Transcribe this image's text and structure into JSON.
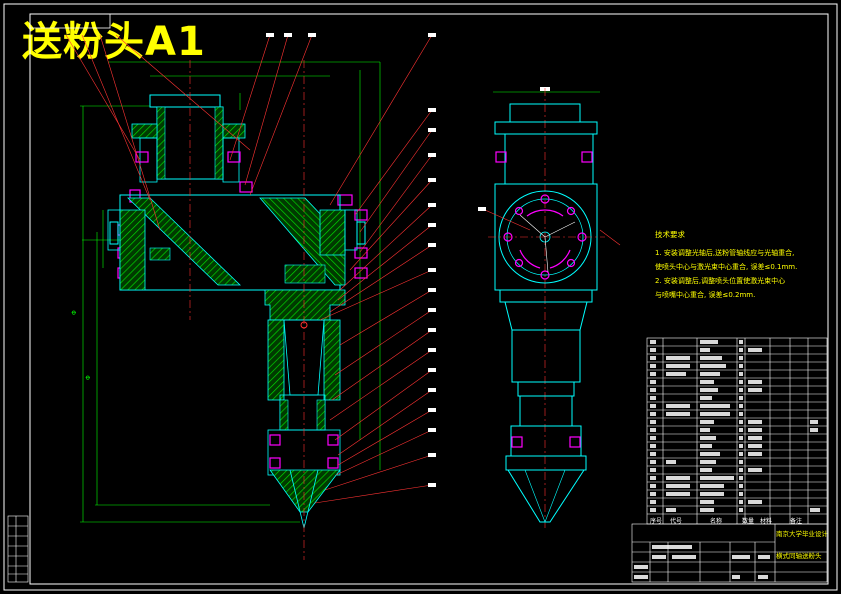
{
  "drawing": {
    "title": "送粉头A1",
    "colors": {
      "background": "#000000",
      "frame": "#ffffff",
      "outline": "#00ffff",
      "hatch": "#00e000",
      "dimension": "#00ff00",
      "center_line": "#ff3030",
      "leader": "#ff3333",
      "bolt": "#ff00ff",
      "title_text": "#ffff00"
    }
  },
  "tech_requirements": {
    "heading": "技术要求",
    "lines": [
      "1. 安装调整光轴后,送粉管轴线应与光轴重合,",
      "   使喷头中心与激光束中心重合, 误差≤0.1mm.",
      "2. 安装调整后,调整喷头位置使激光束中心",
      "   与喷嘴中心重合, 误差≤0.2mm."
    ]
  },
  "title_block": {
    "name": "横式同轴送粉头",
    "org": "南京大学毕业设计",
    "header_cols": [
      "序号",
      "代号",
      "名称",
      "数量",
      "材料",
      "备注"
    ]
  }
}
